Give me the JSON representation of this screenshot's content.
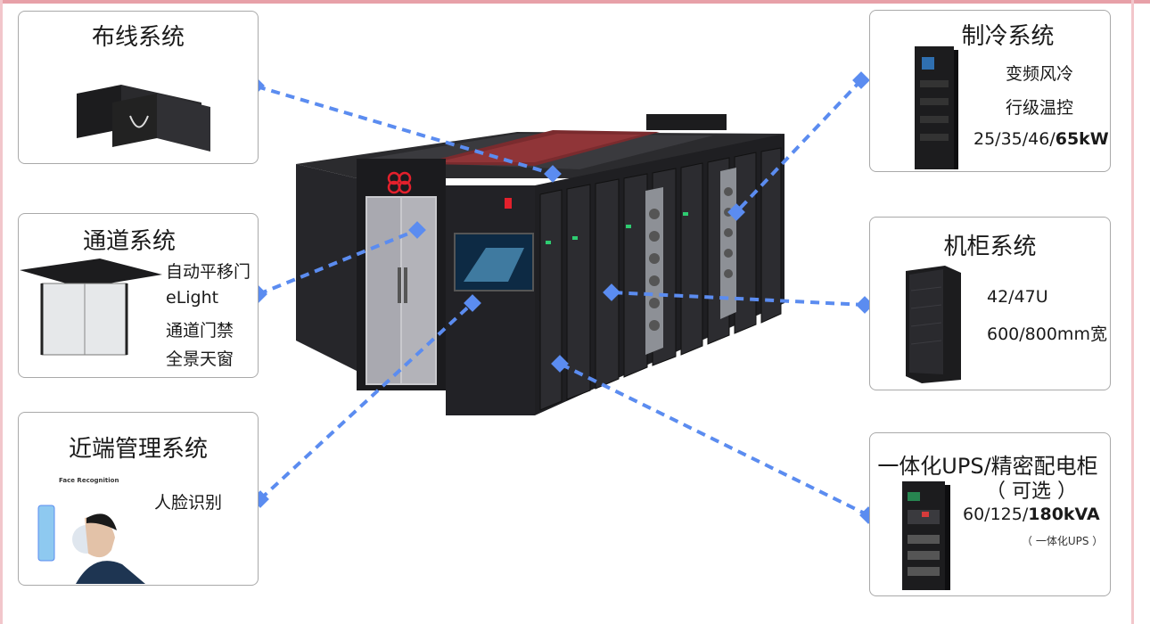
{
  "cards": {
    "cabling": {
      "title": "布线系统"
    },
    "aisle": {
      "title": "通道系统",
      "features": [
        "自动平移门",
        "eLight",
        "通道门禁",
        "全景天窗"
      ]
    },
    "near_end": {
      "title": "近端管理系统",
      "features": [
        "人脸识别"
      ],
      "image_caption": "Face Recognition"
    },
    "cooling": {
      "title": "制冷系统",
      "features": [
        "变频风冷",
        "行级温控"
      ],
      "capacity_prefix": "25/35/46/",
      "capacity_bold": "65kW"
    },
    "cabinet": {
      "title": "机柜系统",
      "features": [
        "42/47U",
        "600/800mm宽"
      ]
    },
    "ups": {
      "title": "一体化UPS/精密配电柜",
      "subtitle": "（ 可选 ）",
      "capacity_prefix": "60/125/",
      "capacity_bold": "180kVA",
      "note": "（ 一体化UPS ）"
    }
  },
  "colors": {
    "connector": "#5b8cf0",
    "frame_accent": "#e7a0a8",
    "cabinet_body": "#1f1f22",
    "logo_red": "#e3202c"
  }
}
